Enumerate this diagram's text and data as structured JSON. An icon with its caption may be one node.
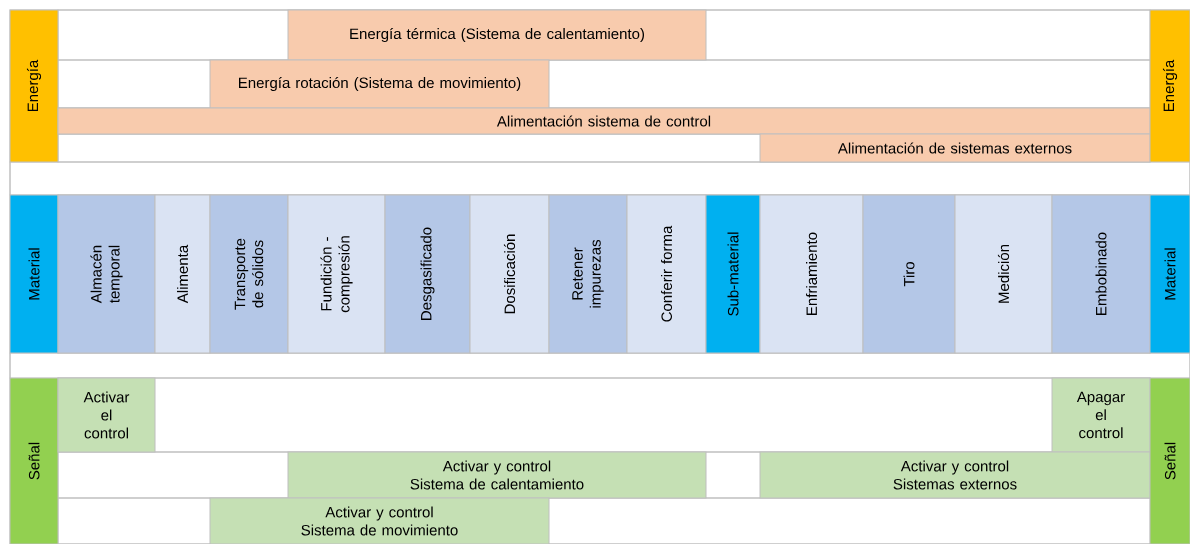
{
  "diagram": {
    "nodes": [
      {
        "text": [
          "Energía"
        ]
      },
      {
        "text": [
          "Energía térmica (Sistema de calentamiento)"
        ]
      },
      {
        "text": [
          "Energía rotación (Sistema de movimiento)"
        ]
      },
      {
        "text": [
          "Alimentación sistema de control"
        ]
      },
      {
        "text": [
          "Alimentación de sistemas externos"
        ]
      },
      {
        "text": [
          "Energía"
        ]
      },
      {
        "text": [
          "Material"
        ]
      },
      {
        "text": [
          "Almacén temporal"
        ]
      },
      {
        "text": [
          "Alimenta"
        ]
      },
      {
        "text": [
          "Transporte de sólidos"
        ]
      },
      {
        "text": [
          "Fundición - compresión"
        ]
      },
      {
        "text": [
          "Desgasificado"
        ]
      },
      {
        "text": [
          "Dosificación"
        ]
      },
      {
        "text": [
          "Retener impurezas"
        ]
      },
      {
        "text": [
          "Conferir forma"
        ]
      },
      {
        "text": [
          "Sub-material"
        ]
      },
      {
        "text": [
          "Enfriamiento"
        ]
      },
      {
        "text": [
          "Tiro"
        ]
      },
      {
        "text": [
          "Medición"
        ]
      },
      {
        "text": [
          "Embobinado"
        ]
      },
      {
        "text": [
          "Material"
        ]
      },
      {
        "text": [
          "Señal"
        ]
      },
      {
        "text": [
          "Activar el control"
        ]
      },
      {
        "text": [
          "Apagar el control"
        ]
      },
      {
        "text": [
          "Activar y control",
          "Sistema de calentamiento"
        ]
      },
      {
        "text": [
          "Activar y control",
          "Sistemas externos"
        ]
      },
      {
        "text": [
          "Activar y control",
          "Sistema de movimiento"
        ]
      },
      {
        "text": [
          "Señal"
        ]
      }
    ]
  }
}
